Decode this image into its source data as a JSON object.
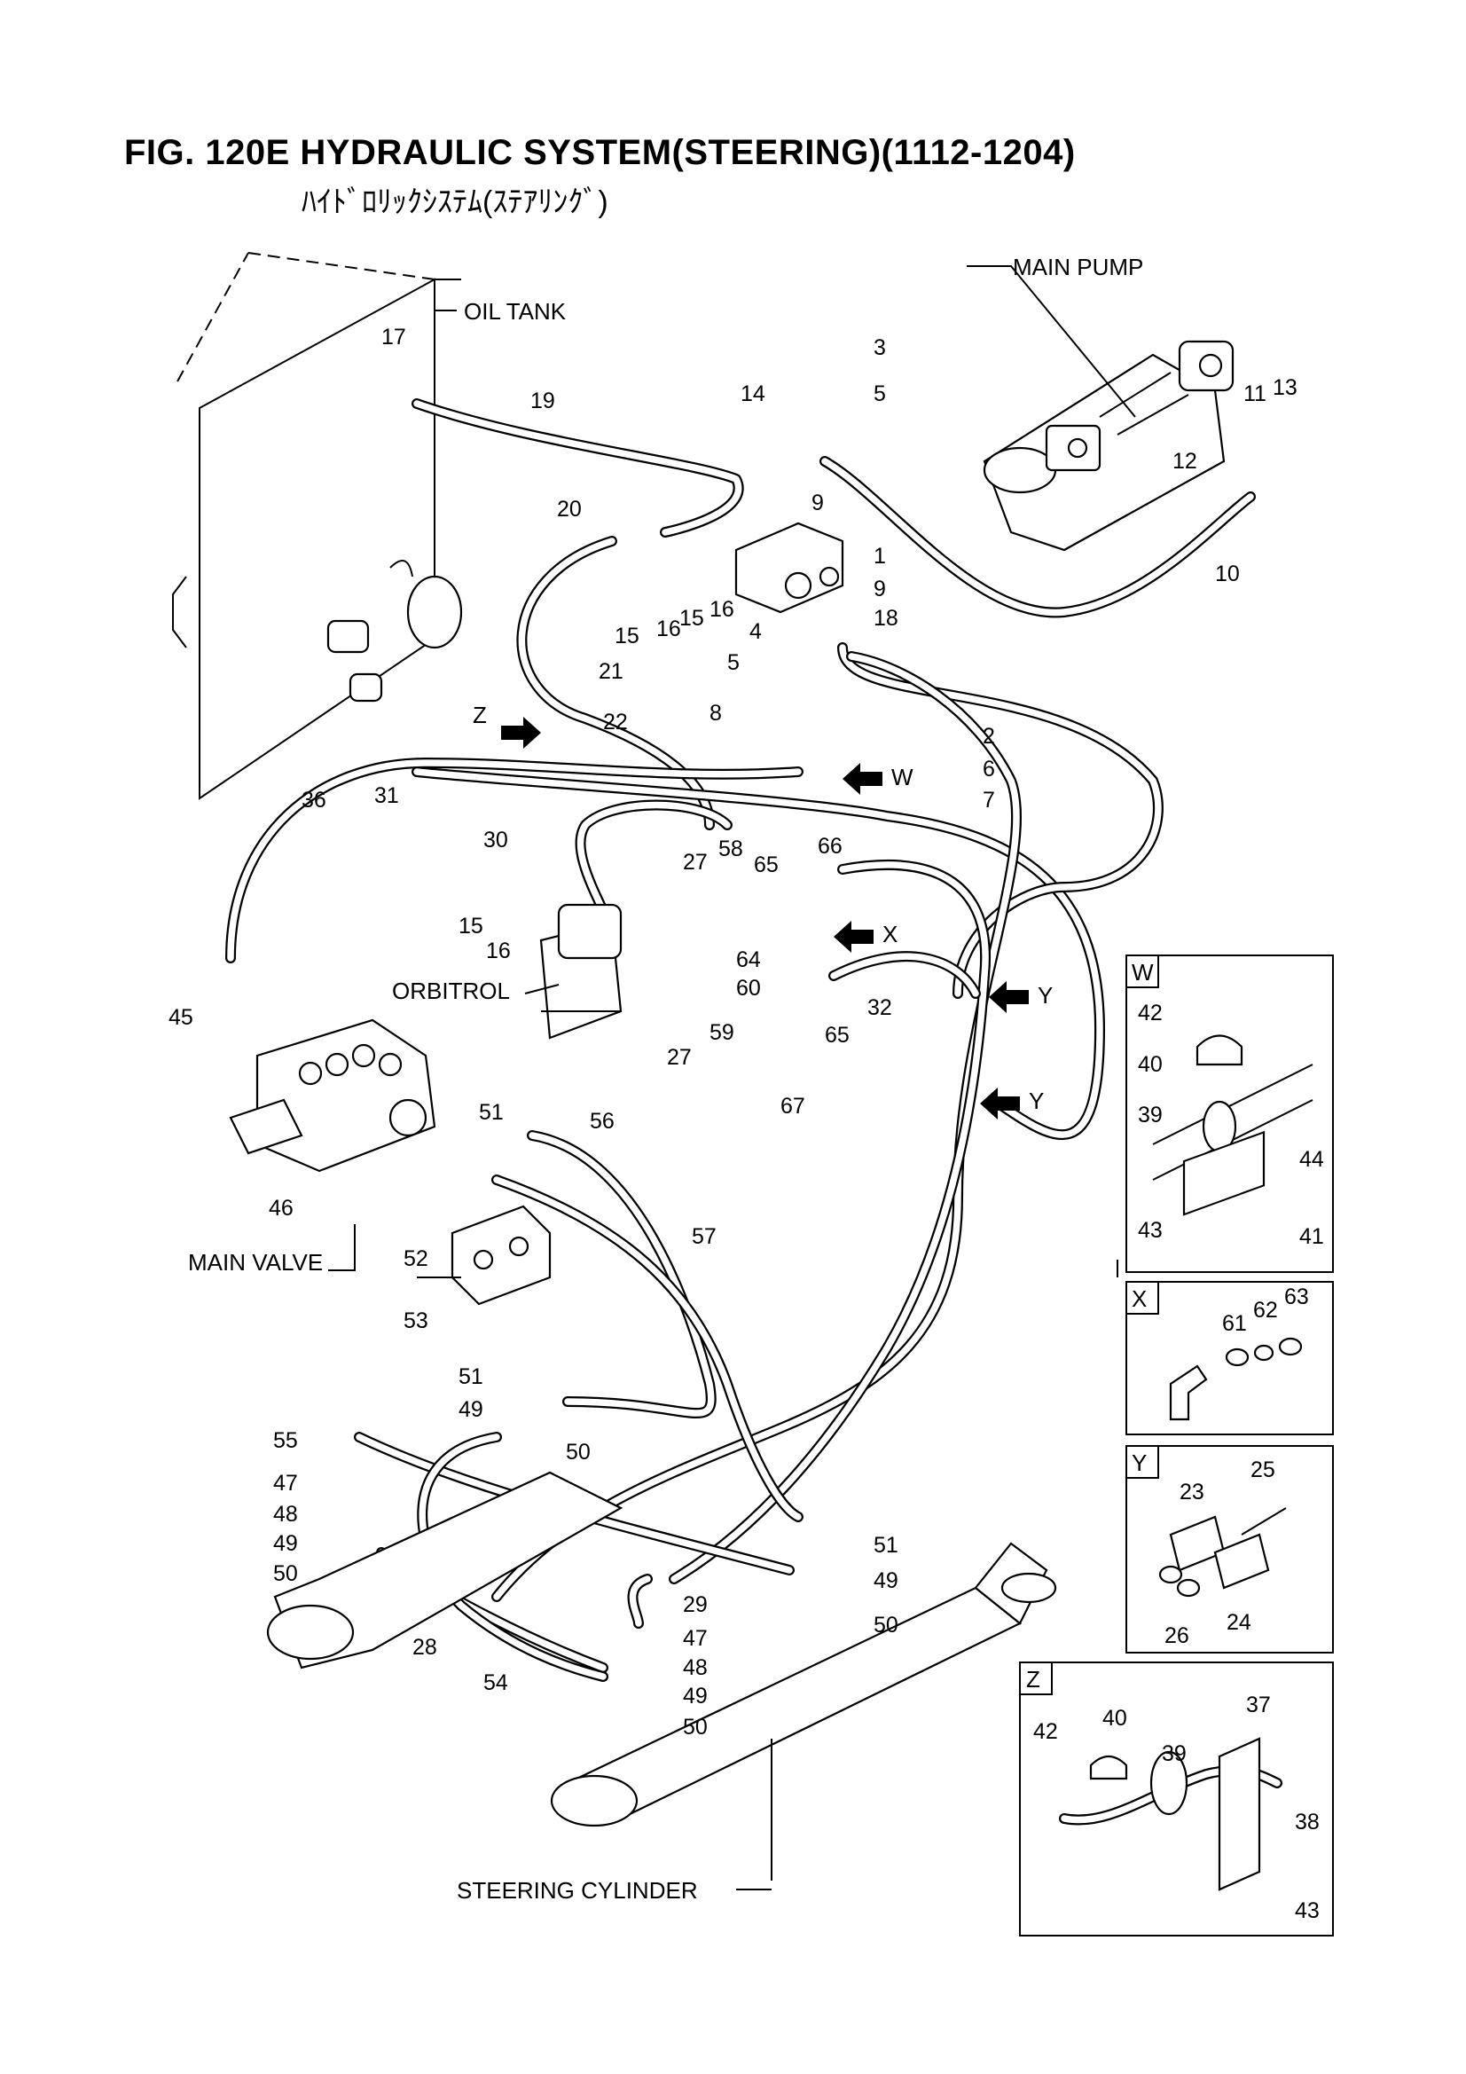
{
  "title": "FIG. 120E  HYDRAULIC SYSTEM(STEERING)(1112-1204)",
  "subtitle": "ﾊｲﾄﾞﾛﾘｯｸｼｽﾃﾑ(ｽﾃｱﾘﾝｸﾞ)",
  "components": {
    "oil_tank": "OIL TANK",
    "main_pump": "MAIN PUMP",
    "orbitrol": "ORBITROL",
    "main_valve": "MAIN VALVE",
    "steering_cylinder": "STEERING CYLINDER"
  },
  "view_markers": [
    "Z",
    "W",
    "X",
    "Y",
    "Y"
  ],
  "part_numbers": {
    "n1": "1",
    "n2": "2",
    "n3": "3",
    "n4": "4",
    "n5a": "5",
    "n5b": "5",
    "n6": "6",
    "n7": "7",
    "n8": "8",
    "n9a": "9",
    "n9b": "9",
    "n10": "10",
    "n11": "11",
    "n12": "12",
    "n13": "13",
    "n14": "14",
    "n15a": "15",
    "n15b": "15",
    "n15c": "15",
    "n16a": "16",
    "n16b": "16",
    "n16c": "16",
    "n17": "17",
    "n18": "18",
    "n19": "19",
    "n20": "20",
    "n21": "21",
    "n22": "22",
    "n27a": "27",
    "n27b": "27",
    "n28": "28",
    "n29": "29",
    "n30": "30",
    "n31": "31",
    "n32": "32",
    "n36": "36",
    "n45": "45",
    "n46": "46",
    "n47a": "47",
    "n47b": "47",
    "n48a": "48",
    "n48b": "48",
    "n49a": "49",
    "n49b": "49",
    "n49c": "49",
    "n49d": "49",
    "n50a": "50",
    "n50b": "50",
    "n50c": "50",
    "n50d": "50",
    "n51a": "51",
    "n51b": "51",
    "n51c": "51",
    "n52": "52",
    "n53": "53",
    "n54": "54",
    "n55": "55",
    "n56": "56",
    "n57": "57",
    "n58": "58",
    "n59": "59",
    "n60": "60",
    "n64": "64",
    "n65a": "65",
    "n65b": "65",
    "n66": "66",
    "n67": "67"
  },
  "detail_views": {
    "W": {
      "label": "W",
      "parts": [
        "42",
        "40",
        "39",
        "44",
        "43",
        "41"
      ]
    },
    "X": {
      "label": "X",
      "parts": [
        "61",
        "62",
        "63"
      ]
    },
    "Y": {
      "label": "Y",
      "parts": [
        "23",
        "25",
        "26",
        "24"
      ]
    },
    "Z": {
      "label": "Z",
      "parts": [
        "42",
        "40",
        "39",
        "37",
        "38",
        "43"
      ]
    }
  }
}
